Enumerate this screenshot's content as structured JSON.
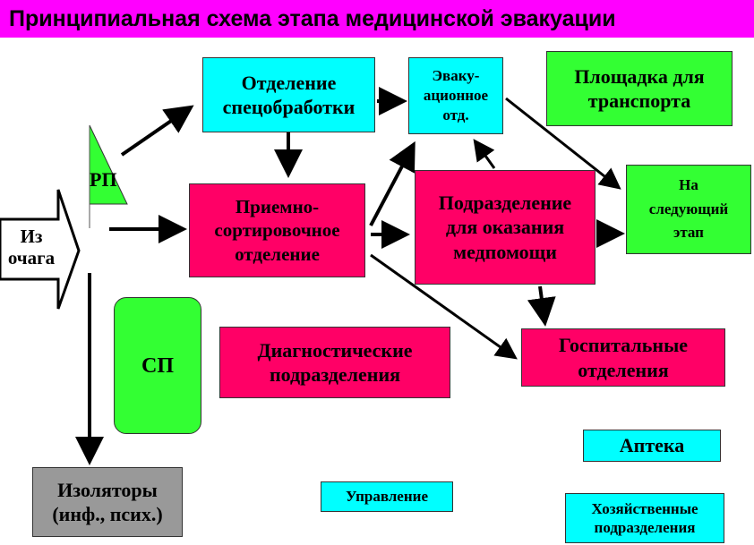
{
  "title": "Принципиальная схема этапа медицинской эвакуации",
  "nodes": {
    "spec_treatment": "Отделение\nспецобработки",
    "evac_dept": "Эваку-\nационное\nотд.",
    "transport_area": "Площадка для\nтранспорта",
    "next_stage": "На\nследующий\nэтап",
    "rp": "РП",
    "from_focus": "Из\nочага",
    "triage": "Приемно-\nсортировочное\nотделение",
    "care_unit": "Подразделение\nдля оказания\nмедпомощи",
    "sp": "СП",
    "diagnostics": "Диагностические\nподразделения",
    "hospital": "Госпитальные\nотделения",
    "pharmacy": "Аптека",
    "isolators": "Изоляторы\n(инф., псих.)",
    "management": "Управление",
    "household": "Хозяйственные\nподразделения"
  },
  "colors": {
    "title_bg": "#ff00ff",
    "cyan": "#00ffff",
    "red": "#ff0066",
    "green": "#33ff33",
    "gray": "#999999"
  }
}
